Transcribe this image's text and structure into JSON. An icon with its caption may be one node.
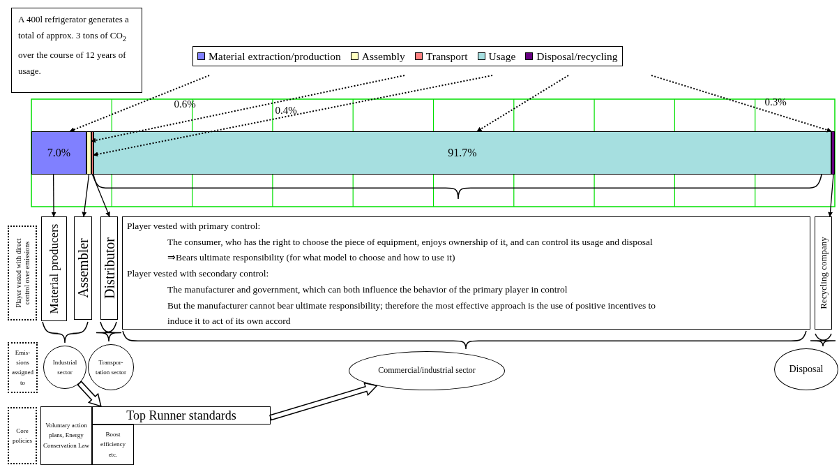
{
  "diagram": {
    "nodes": [
      {
        "text": [
          "A 400l refrigerator generates a total of approx. 3 tons of CO$_{2}$ over the course of 12 years of usage."
        ]
      },
      {
        "text": [
          "7.0%"
        ]
      },
      {
        "text": [],
        "shape": "bar"
      },
      {
        "text": [],
        "shape": "bar"
      },
      {
        "text": [
          "91.7%"
        ]
      },
      {
        "text": [],
        "shape": "bar"
      },
      {
        "text": [
          "Player vested with direct control over emissions"
        ]
      },
      {
        "text": [
          "Material producers"
        ]
      },
      {
        "text": [
          "Assembler"
        ]
      },
      {
        "text": [
          "Distributor"
        ]
      },
      {
        "text": [
          "Player vested with primary control:",
          "The consumer, who has the right to choose the piece of equipment, enjoys ownership of it, and can control its usage and disposal",
          "⇒Bears ultimate responsibility (for what model to choose and how to use it)",
          "Player vested with secondary control:",
          "The manufacturer and government, which can both influence the behavior of the primary player in control",
          "But the manufacturer cannot bear ultimate responsibility; therefore the most effective approach is the use of positive incentives to induce it to act of its own accord"
        ]
      },
      {
        "text": [
          "Recycling company"
        ]
      },
      {
        "text": [
          "Emis- sions assigned to"
        ]
      },
      {
        "text": [
          "Industrial sector"
        ]
      },
      {
        "text": [
          "Transpor- tation sector"
        ]
      },
      {
        "text": [
          "Commercial/industrial sector"
        ]
      },
      {
        "text": [
          "Disposal"
        ]
      },
      {
        "text": [
          "Core policies"
        ]
      },
      {
        "text": [
          "Voluntary action plans, Energy Conservation Law"
        ]
      },
      {
        "text": [
          "Top Runner standards"
        ]
      },
      {
        "text": [
          "Boost efficiency etc."
        ]
      }
    ],
    "edges": [
      {
        "from": null,
        "to": 1,
        "arrow": "to",
        "style": "dashed"
      },
      {
        "from": null,
        "to": 2,
        "arrow": "to",
        "style": "dashed"
      },
      {
        "from": null,
        "to": 3,
        "arrow": "to",
        "style": "dashed"
      },
      {
        "from": null,
        "to": 4,
        "arrow": "to",
        "style": "dashed"
      },
      {
        "from": null,
        "to": 5,
        "arrow": "to",
        "style": "dashed"
      },
      {
        "from": 1,
        "to": 7,
        "arrow": "to"
      },
      {
        "from": 2,
        "to": 8,
        "arrow": "to"
      },
      {
        "from": 3,
        "to": 9,
        "arrow": "to"
      },
      {
        "from": 5,
        "to": 11,
        "arrow": "to"
      },
      {
        "from": 13,
        "to": 19,
        "arrow": "to",
        "style": "thick"
      },
      {
        "from": 19,
        "to": 15,
        "arrow": "to",
        "style": "thick"
      }
    ],
    "labels": [
      "0.6%",
      "0.4%",
      "0.3%"
    ],
    "legend": [
      {
        "text": "Material extraction/production",
        "color": "#8080ff"
      },
      {
        "text": "Assembly",
        "color": "#ffffc0"
      },
      {
        "text": "Transport",
        "color": "#ff8080"
      },
      {
        "text": "Usage",
        "color": "#a6dfe0"
      },
      {
        "text": "Disposal/recycling",
        "color": "#660080"
      }
    ]
  }
}
